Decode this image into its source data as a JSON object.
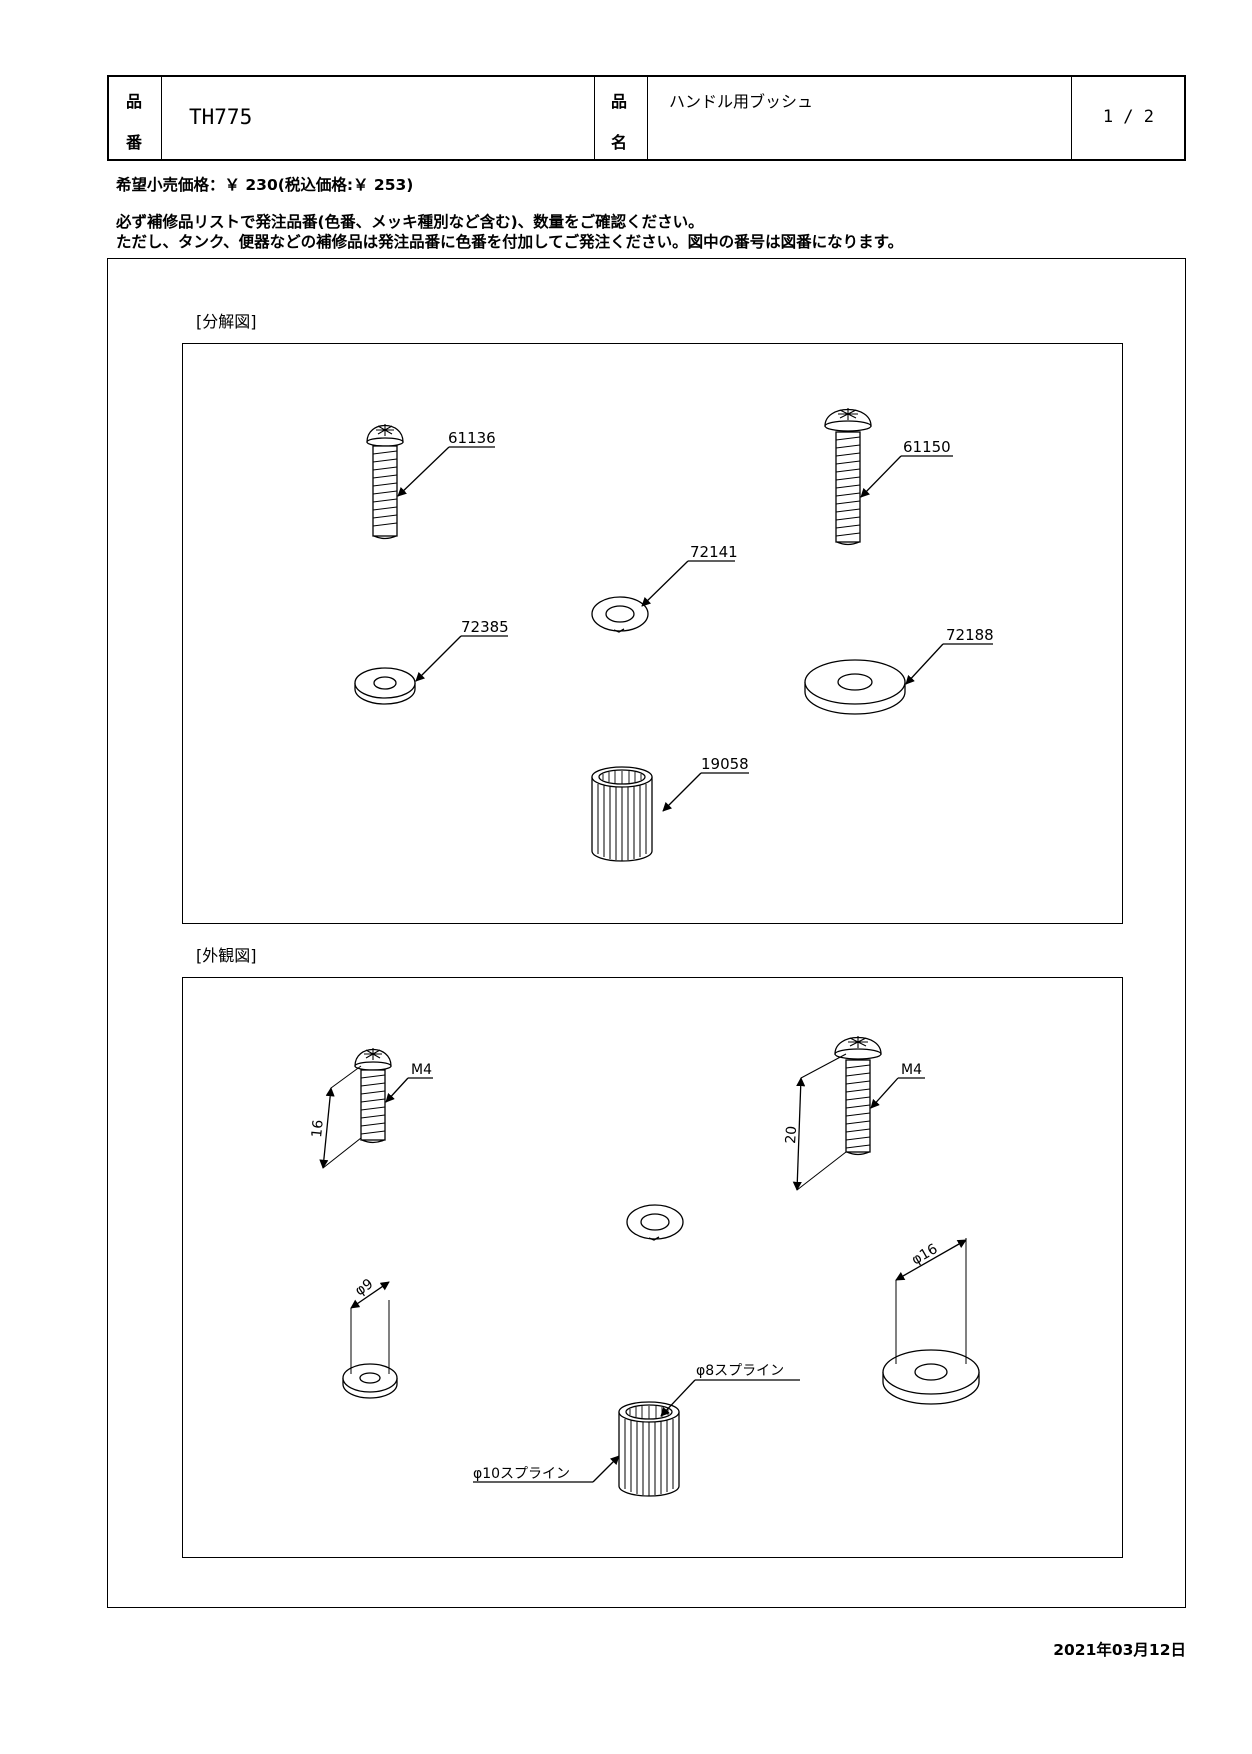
{
  "header": {
    "part_no_label_1": "品",
    "part_no_label_2": "番",
    "part_no": "TH775",
    "part_name_label_1": "品",
    "part_name_label_2": "名",
    "part_name": "ハンドル用ブッシュ",
    "page": "1 / 2"
  },
  "price": "希望小売価格：￥ 230(税込価格:￥ 253)",
  "notices": [
    "必ず補修品リストで発注品番(色番、メッキ種別など含む)、数量をご確認ください。",
    "ただし、タンク、便器などの補修品は発注品番に色番を付加してご発注ください。図中の番号は図番になります。"
  ],
  "exploded": {
    "label": "[分解図]",
    "parts": [
      "61136",
      "61150",
      "72141",
      "72385",
      "72188",
      "19058"
    ]
  },
  "exterior": {
    "label": "[外観図]",
    "dims": {
      "screw1_thread": "M4",
      "screw1_length": "16",
      "screw2_thread": "M4",
      "screw2_length": "20",
      "washer_small": "φ9",
      "washer_large": "φ16",
      "spline_inner": "φ8スプライン",
      "spline_outer": "φ10スプライン"
    }
  },
  "date": "2021年03月12日"
}
